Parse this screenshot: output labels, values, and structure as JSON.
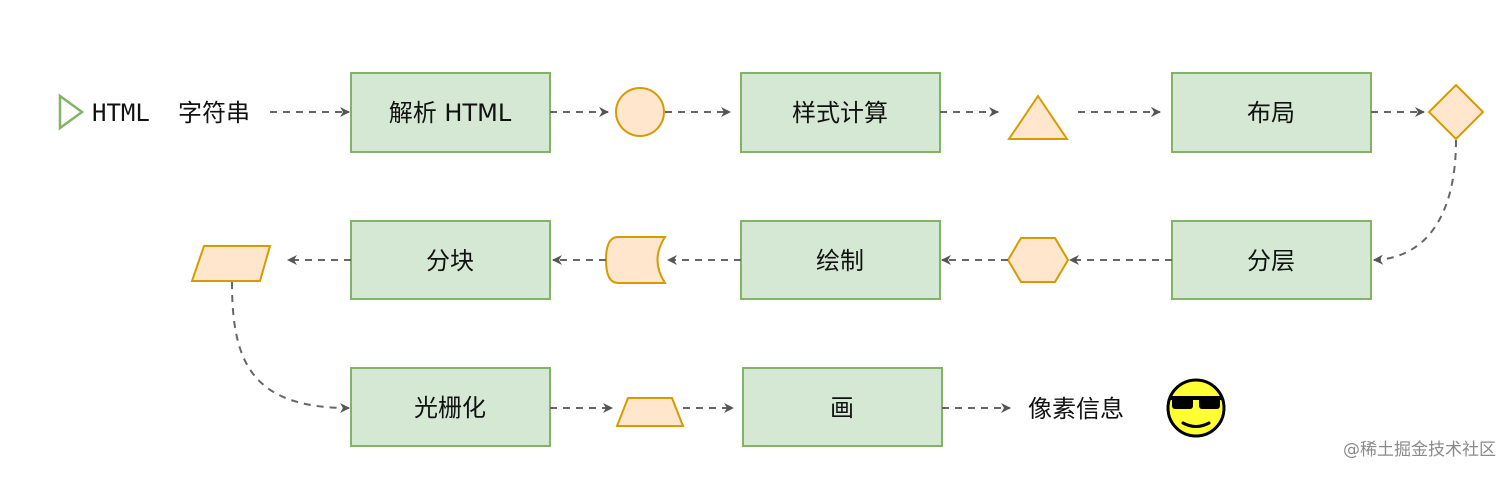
{
  "nodes": {
    "input": {
      "prefix": "HTML",
      "suffix": "字符串"
    },
    "parse": "解析 HTML",
    "style": "样式计算",
    "layout": "布局",
    "layer": "分层",
    "paint": "绘制",
    "tiling": "分块",
    "raster": "光栅化",
    "draw": "画",
    "output": "像素信息"
  },
  "watermark": "@稀土掘金技术社区",
  "colors": {
    "stage_fill": "#d5e8d4",
    "stage_border": "#82b366",
    "data_fill": "#ffe6cc",
    "data_border": "#d79b00",
    "start_marker": "#82b366",
    "connector": "#666666",
    "emoji_face": "#ffff33"
  },
  "icons": {
    "start": "triangle-start-icon",
    "result": "sunglasses-smiley-icon"
  }
}
